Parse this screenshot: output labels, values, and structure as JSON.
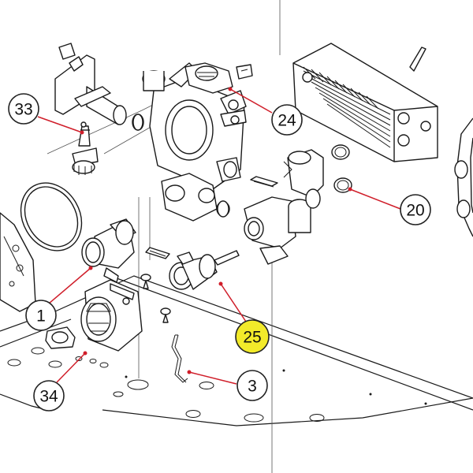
{
  "callouts": [
    {
      "id": "c33",
      "label": "33",
      "highlight": false
    },
    {
      "id": "c24",
      "label": "24",
      "highlight": false
    },
    {
      "id": "c20",
      "label": "20",
      "highlight": false
    },
    {
      "id": "c1",
      "label": "1",
      "highlight": false
    },
    {
      "id": "c25",
      "label": "25",
      "highlight": true
    },
    {
      "id": "c3",
      "label": "3",
      "highlight": false
    },
    {
      "id": "c34",
      "label": "34",
      "highlight": false
    }
  ],
  "colors": {
    "leader": "#d01e2a",
    "highlight": "#f2ea2a",
    "line": "#1a1a1a"
  }
}
